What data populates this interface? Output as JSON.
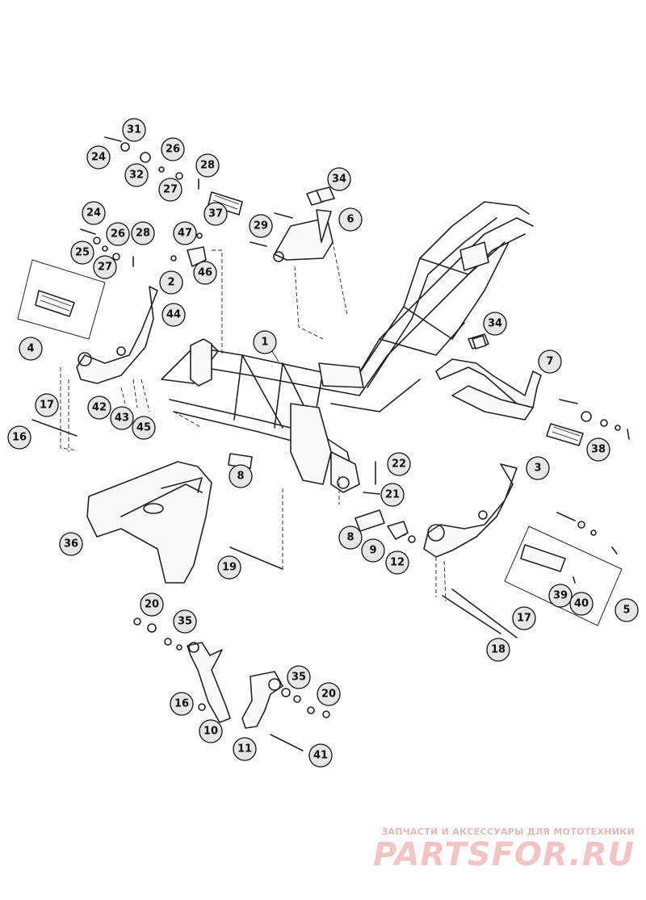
{
  "diagram": {
    "callouts": [
      "1",
      "2",
      "3",
      "4",
      "5",
      "6",
      "7",
      "8",
      "8",
      "9",
      "10",
      "11",
      "12",
      "16",
      "16",
      "17",
      "17",
      "18",
      "19",
      "20",
      "20",
      "21",
      "22",
      "24",
      "24",
      "25",
      "26",
      "26",
      "27",
      "27",
      "28",
      "28",
      "29",
      "31",
      "32",
      "34",
      "34",
      "35",
      "35",
      "36",
      "37",
      "38",
      "39",
      "40",
      "41",
      "42",
      "43",
      "44",
      "45",
      "46",
      "47"
    ]
  },
  "watermark": {
    "caption": "ЗАПЧАСТИ И АКСЕССУАРЫ ДЛЯ МОТОТЕХНИКИ",
    "logo": "PARTSFOR.RU"
  },
  "colors": {
    "line": "#222222",
    "callout_fill": "#e6e6e6",
    "watermark": "#f2c4c4"
  }
}
